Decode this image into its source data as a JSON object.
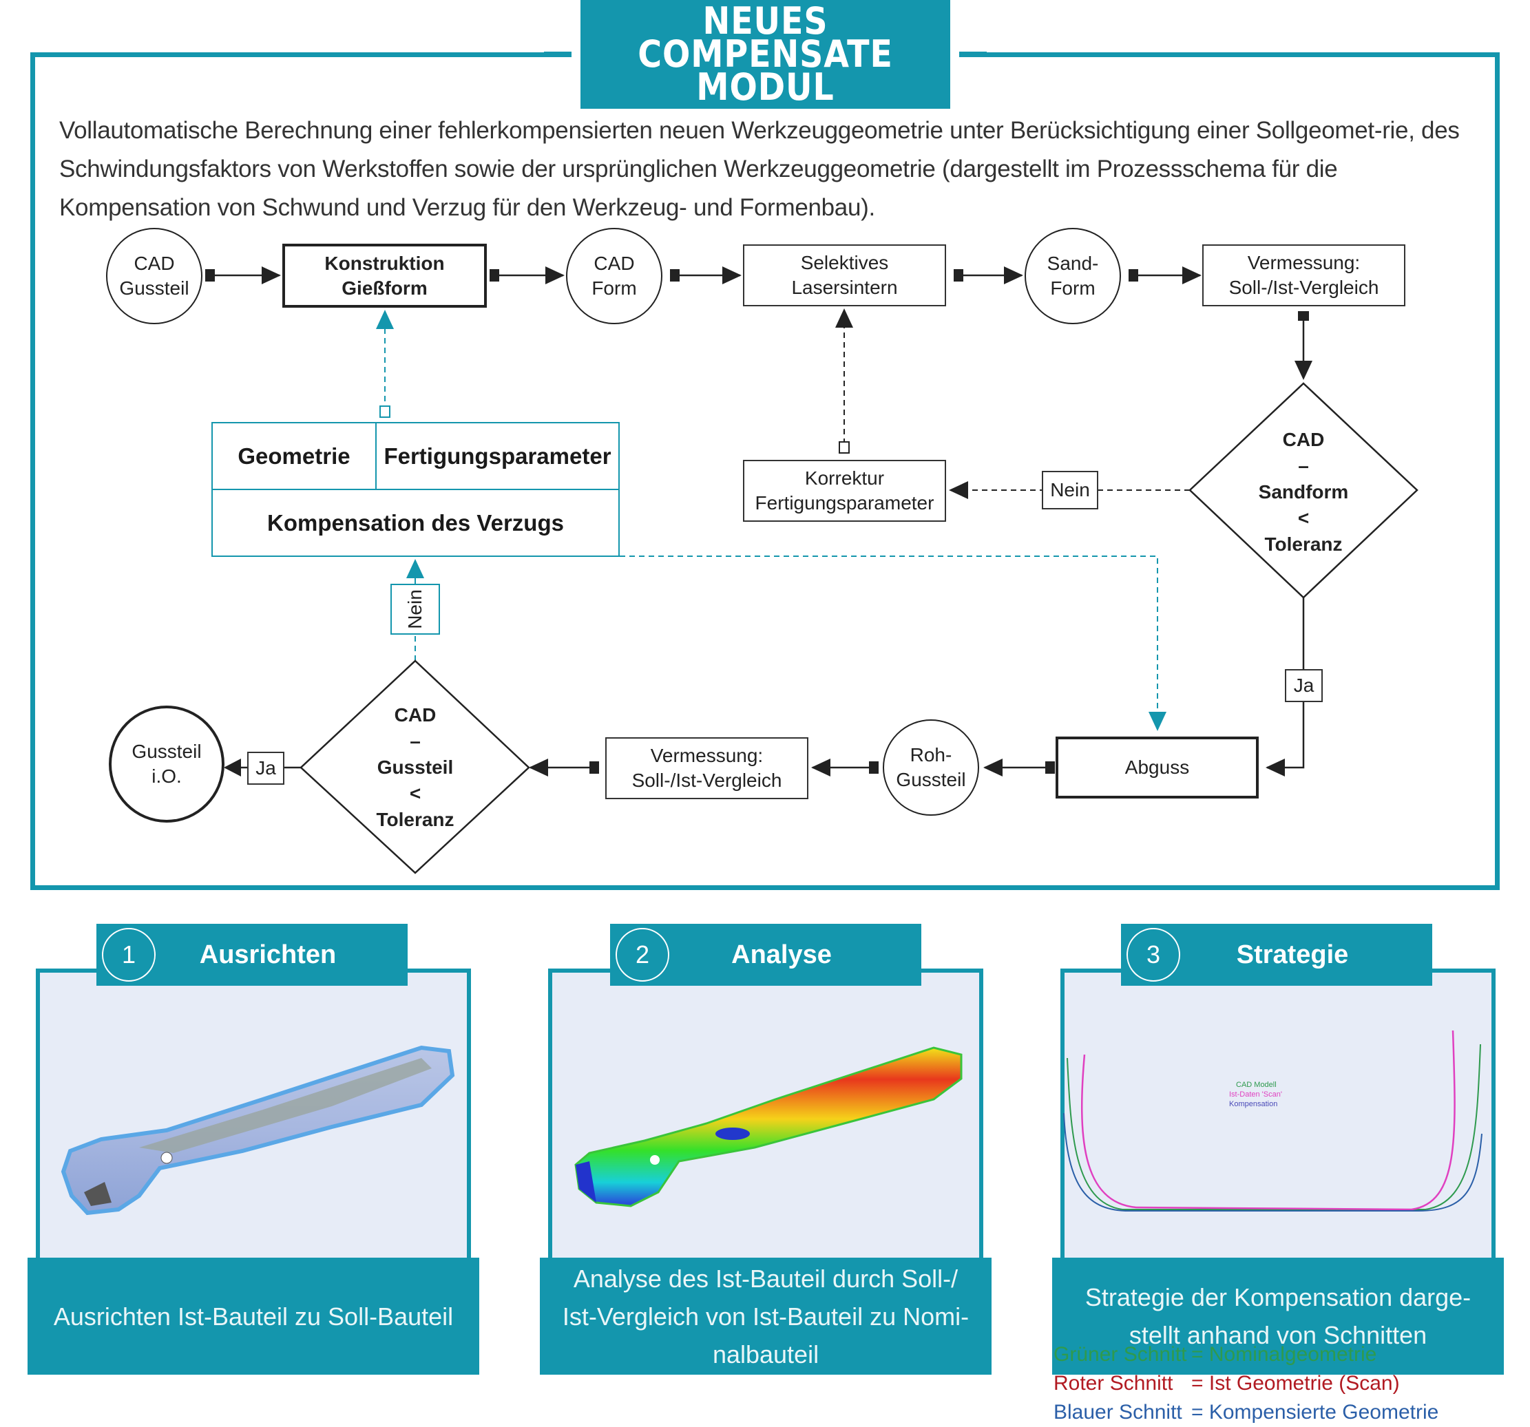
{
  "title": {
    "lines": [
      "NEUES",
      "COMPENSATE",
      "MODUL"
    ]
  },
  "intro": "Vollautomatische Berechnung einer fehlerkompensierten neuen Werkzeuggeometrie unter Berücksichtigung einer Sollgeomet-rie, des Schwindungsfaktors von Werkstoffen sowie der ursprünglichen Werkzeuggeometrie (dargestellt im Prozessschema für die Kompensation von Schwund und Verzug für den Werkzeug- und Formenbau).",
  "colors": {
    "accent": "#1496ad",
    "card_bg": "#e7ecf7",
    "green": "#2e9a4e",
    "red": "#b11a22",
    "blue": "#2b5fa8"
  },
  "flow": {
    "cad_gussteil": [
      "CAD",
      "Gussteil"
    ],
    "konstruktion": [
      "Konstruktion",
      "Gießform"
    ],
    "cad_form": [
      "CAD",
      "Form"
    ],
    "sls": [
      "Selektives",
      "Lasersintern"
    ],
    "sandform": [
      "Sand-",
      "Form"
    ],
    "vermessung_top": [
      "Vermessung:",
      "Soll-/Ist-Vergleich"
    ],
    "decision_sand": [
      "CAD",
      "–",
      "Sandform",
      "<",
      "Toleranz"
    ],
    "nein_top": "Nein",
    "korrektur": [
      "Korrektur",
      "Fertigungsparameter"
    ],
    "ja_right": "Ja",
    "abguss": "Abguss",
    "roh_gussteil": [
      "Roh-",
      "Gussteil"
    ],
    "vermessung_bottom": [
      "Vermessung:",
      "Soll-/Ist-Vergleich"
    ],
    "decision_guss": [
      "CAD",
      "–",
      "Gussteil",
      "<",
      "Toleranz"
    ],
    "ja_left": "Ja",
    "gussteil_io": [
      "Gussteil",
      "i.O."
    ],
    "nein_left": "Nein",
    "table": {
      "geometrie": "Geometrie",
      "fertigung": "Fertigungsparameter",
      "kompensation": "Kompensation des Verzugs"
    }
  },
  "cards": [
    {
      "num": "1",
      "title": "Ausrichten",
      "caption": "Ausrichten Ist-Bauteil zu Soll-Bauteil"
    },
    {
      "num": "2",
      "title": "Analyse",
      "caption": "Analyse des Ist-Bauteil durch Soll-/ Ist-Vergleich von Ist-Bauteil zu Nomi-nalbauteil"
    },
    {
      "num": "3",
      "title": "Strategie",
      "caption": "Strategie der Kompensation darge-stellt anhand von Schnitten"
    }
  ],
  "strategy_plot_legend": [
    "CAD Modell",
    "Ist-Daten 'Scan'",
    "Kompensation"
  ],
  "legend": [
    {
      "key": "Grüner Schnitt",
      "value": "= Nominalgeometrie",
      "color": "#2e9a4e"
    },
    {
      "key": "Roter Schnitt",
      "value": "= Ist Geometrie (Scan)",
      "color": "#b11a22"
    },
    {
      "key": "Blauer Schnitt",
      "value": "= Kompensierte Geometrie",
      "color": "#2b5fa8"
    }
  ]
}
